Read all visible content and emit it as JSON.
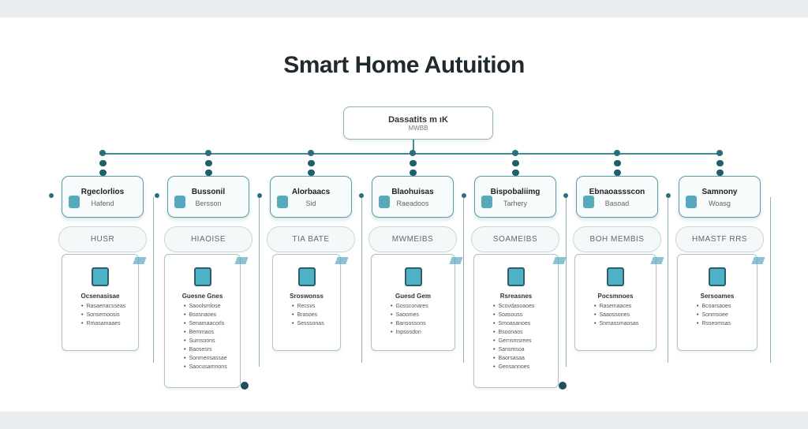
{
  "title": "Smart Home Autuition",
  "root": {
    "title": "Dassatits m ıK",
    "subtitle": "MWBB"
  },
  "colors": {
    "accent": "#3f8d96",
    "icon": "#4fb1c6"
  },
  "columns": [
    {
      "title": "Rgeclorlios",
      "subtitle": "Hafend",
      "pill": "HUSR",
      "detail_title": "Ocsenasisae",
      "items": [
        "Rasaenacsseas",
        "Sonsemoosis",
        "Rmasamaaes"
      ],
      "icon": "phone-icon",
      "tall": false
    },
    {
      "title": "Bussonil",
      "subtitle": "Bersson",
      "pill": "HIAOISE",
      "detail_title": "Guesne Gnes",
      "items": [
        "Saoolsmlose",
        "Bsosnaoes",
        "Senamaacorls",
        "Bemmaos",
        "Sumsoons",
        "Baosesrs",
        "Sonmensassae",
        "Saocusamnons"
      ],
      "icon": "house-icon",
      "tall": true
    },
    {
      "title": "Alorbaacs",
      "subtitle": "Sid",
      "pill": "TIA BATE",
      "detail_title": "Sroswonss",
      "items": [
        "Recsvs",
        "Brasoes",
        "Sesssonas"
      ],
      "icon": "sensor-icon",
      "tall": false
    },
    {
      "title": "Blaohuisas",
      "subtitle": "Raeadoos",
      "pill": "MWMEIBS",
      "detail_title": "Guesd Gem",
      "items": [
        "Gossconares",
        "Saoomes",
        "Bansossons",
        "Inpsosdon"
      ],
      "icon": "home-hub-icon",
      "tall": false
    },
    {
      "title": "Bispobaliimg",
      "subtitle": "Tarhery",
      "pill": "SOAMEIBS",
      "detail_title": "Rsreasnes",
      "items": [
        "Scovdasoaoes",
        "Soasouss",
        "Smoasanoes",
        "Bsoonaos",
        "Gernsmsrees",
        "Sansmsoa",
        "Baorsasaa",
        "Gensannoes"
      ],
      "icon": "garage-icon",
      "tall": true
    },
    {
      "title": "Ebnaoassscon",
      "subtitle": "Basoad",
      "pill": "BOH MEMBIS",
      "detail_title": "Pocsmnoes",
      "items": [
        "Rasemaaces",
        "Saaossones",
        "Snmassmaosas"
      ],
      "icon": "tablet-icon",
      "tall": false
    },
    {
      "title": "Samnony",
      "subtitle": "Woasg",
      "pill": "HMASTF RRS",
      "detail_title": "Sersoames",
      "items": [
        "Bcoarsaoes",
        "Sonmsoee",
        "Rsseomsas"
      ],
      "icon": "devices-icon",
      "tall": false
    }
  ]
}
